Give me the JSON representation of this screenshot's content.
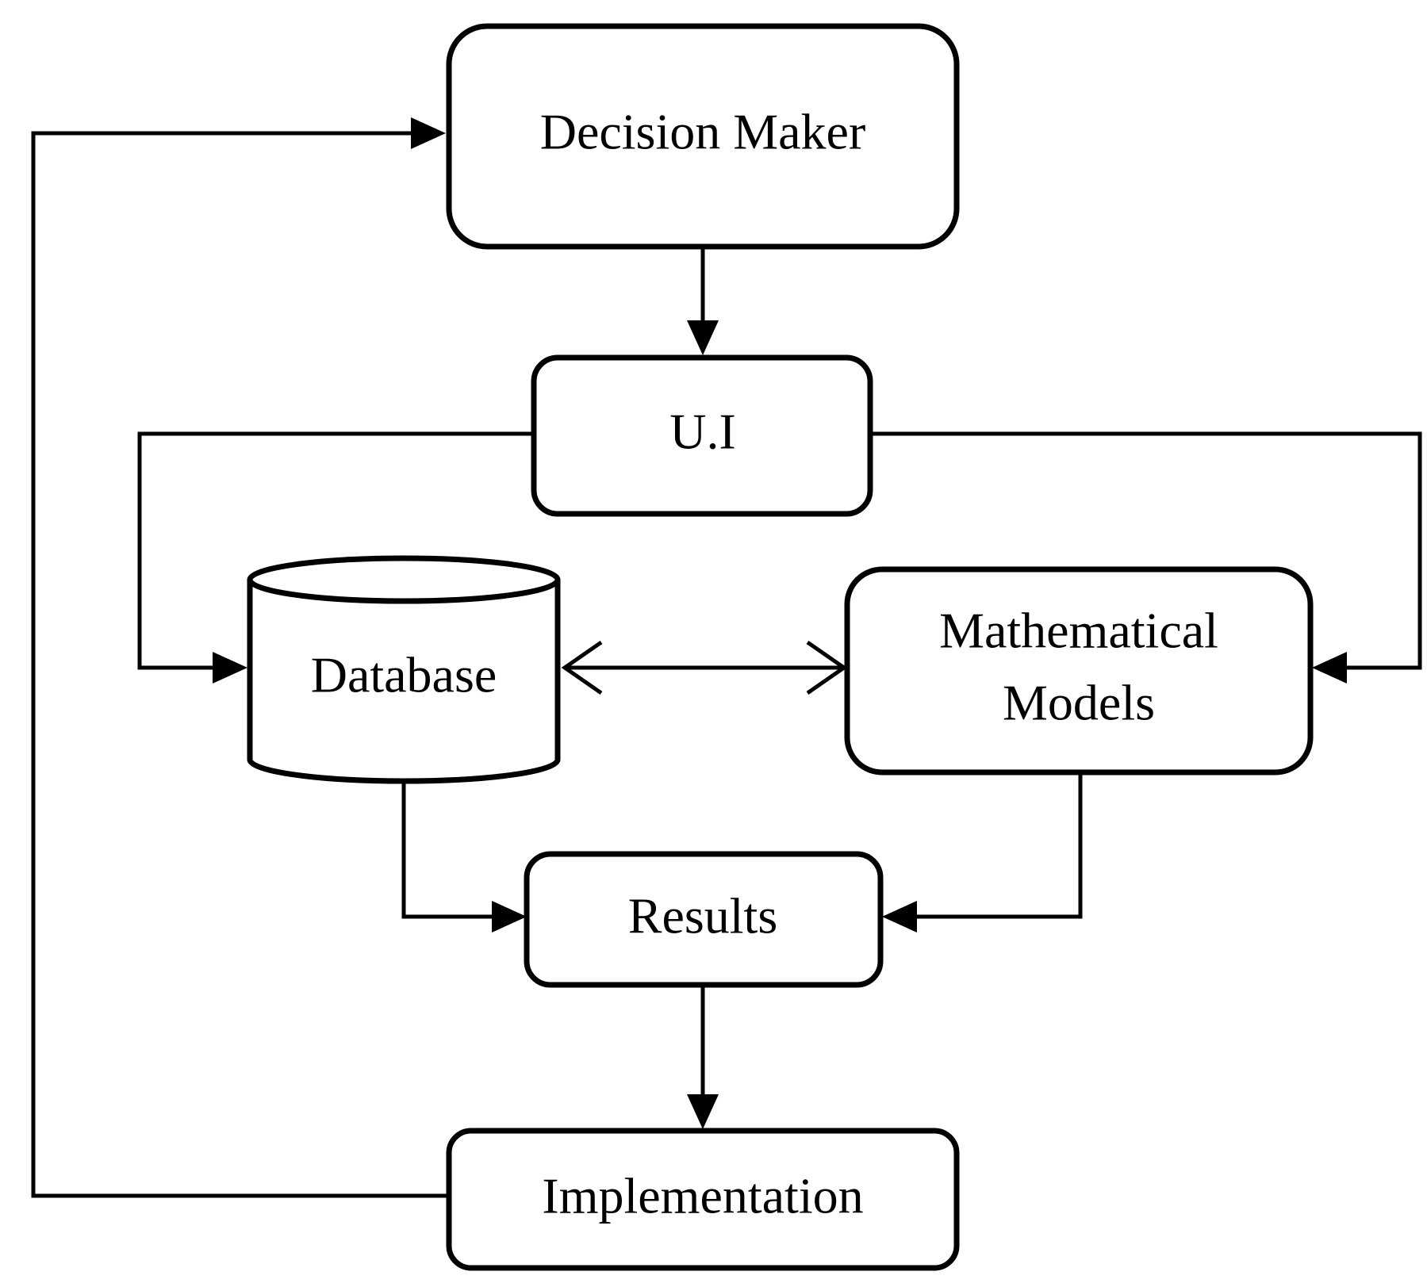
{
  "nodes": {
    "decision_maker": "Decision Maker",
    "ui": "U.I",
    "database": "Database",
    "mathematical_models": [
      "Mathematical",
      "Models"
    ],
    "results": "Results",
    "implementation": "Implementation"
  }
}
